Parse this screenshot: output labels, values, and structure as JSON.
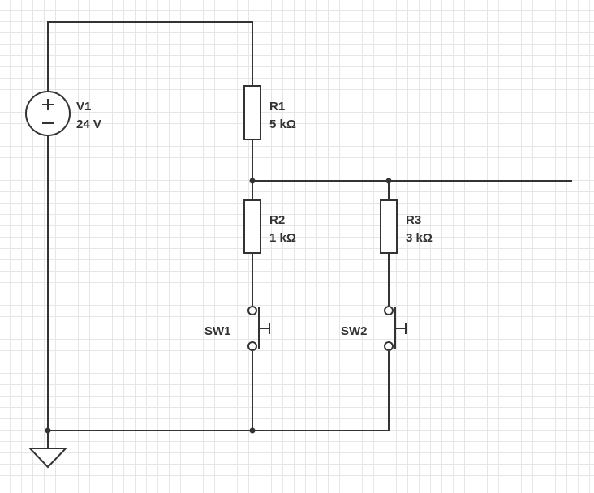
{
  "components": {
    "v1": {
      "ref": "V1",
      "value": "24 V"
    },
    "r1": {
      "ref": "R1",
      "value": "5 kΩ"
    },
    "r2": {
      "ref": "R2",
      "value": "1 kΩ"
    },
    "r3": {
      "ref": "R3",
      "value": "3 kΩ"
    },
    "sw1": {
      "ref": "SW1"
    },
    "sw2": {
      "ref": "SW2"
    }
  },
  "colors": {
    "wire": "#333333",
    "grid": "#e6e6e6",
    "background": "#ffffff"
  }
}
